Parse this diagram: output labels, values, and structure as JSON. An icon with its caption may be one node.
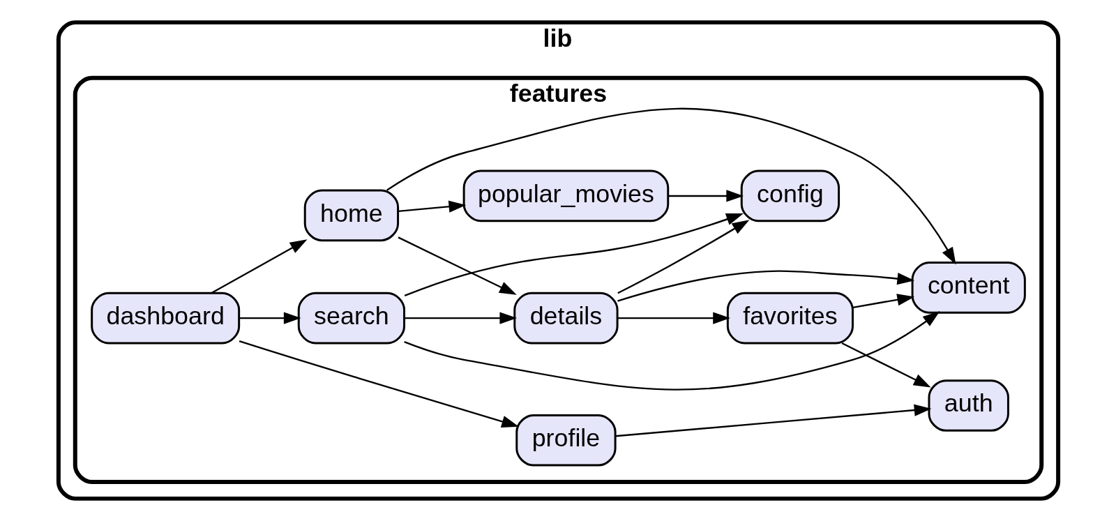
{
  "diagram": {
    "nodes": [
      {
        "text": [
          "lib"
        ]
      },
      {
        "text": [
          "features"
        ],
        "in": 0
      },
      {
        "text": [
          "dashboard"
        ],
        "in": 1
      },
      {
        "text": [
          "profile"
        ],
        "in": 1
      },
      {
        "text": [
          "search"
        ],
        "in": 1
      },
      {
        "text": [
          "auth"
        ],
        "in": 1
      },
      {
        "text": [
          "config"
        ],
        "in": 1
      },
      {
        "text": [
          "popular_movies"
        ],
        "in": 1
      },
      {
        "text": [
          "home"
        ],
        "in": 1
      },
      {
        "text": [
          "favorites"
        ],
        "in": 1
      },
      {
        "text": [
          "details"
        ],
        "in": 1
      },
      {
        "text": [
          "content"
        ],
        "in": 1
      }
    ],
    "edges": [
      {
        "from": 2,
        "to": 3,
        "arrow": "to"
      },
      {
        "from": 2,
        "to": 4,
        "arrow": "to"
      },
      {
        "from": 2,
        "to": 8,
        "arrow": "to"
      },
      {
        "from": 3,
        "to": 5,
        "arrow": "to"
      },
      {
        "from": 4,
        "to": 11,
        "arrow": "to"
      },
      {
        "from": 4,
        "to": 6,
        "arrow": "to"
      },
      {
        "from": 4,
        "to": 10,
        "arrow": "to"
      },
      {
        "from": 7,
        "to": 6,
        "arrow": "to"
      },
      {
        "from": 8,
        "to": 7,
        "arrow": "to"
      },
      {
        "from": 8,
        "to": 10,
        "arrow": "to"
      },
      {
        "from": 8,
        "to": 11,
        "arrow": "to"
      },
      {
        "from": 10,
        "to": 6,
        "arrow": "to"
      },
      {
        "from": 10,
        "to": 9,
        "arrow": "to"
      },
      {
        "from": 10,
        "to": 11,
        "arrow": "to"
      },
      {
        "from": 9,
        "to": 5,
        "arrow": "to"
      },
      {
        "from": 9,
        "to": 11,
        "arrow": "to"
      }
    ]
  }
}
